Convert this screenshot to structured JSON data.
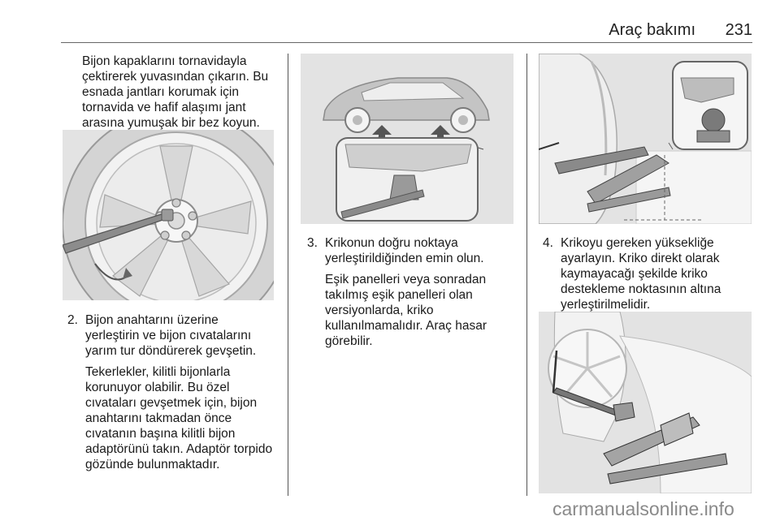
{
  "header": {
    "title": "Araç bakımı",
    "page_number": "231"
  },
  "col1": {
    "intro": [
      "Bijon kapaklarını tornavidayla",
      "çektirerek yuvasından çıkarın. Bu",
      "esnada jantları korumak için",
      "tornavida ve hafif alaşımı jant",
      "arasına yumuşak bir bez koyun."
    ],
    "step2": {
      "number": "2.",
      "main": [
        "Bijon anahtarını üzerine",
        "yerleştirin ve bijon cıvatalarını",
        "yarım tur döndürerek gevşetin."
      ],
      "note": [
        "Tekerlekler, kilitli bijonlarla",
        "korunuyor olabilir. Bu özel",
        "cıvataları gevşetmek için, bijon",
        "anahtarını takmadan önce",
        "cıvatanın başına kilitli bijon",
        "adaptörünü takın. Adaptör torpido",
        "gözünde bulunmaktadır."
      ]
    }
  },
  "col2": {
    "step3": {
      "number": "3.",
      "main": [
        "Krikonun doğru noktaya",
        "yerleştirildiğinden emin olun."
      ],
      "note": [
        "Eşik panelleri veya sonradan",
        "takılmış eşik panelleri olan",
        "versiyonlarda, kriko",
        "kullanılmamalıdır. Araç hasar",
        "görebilir."
      ]
    }
  },
  "col3": {
    "step4": {
      "number": "4.",
      "main": [
        "Krikoyu gereken yüksekliğe",
        "ayarlayın. Kriko direkt olarak",
        "kaymayacağı şekilde kriko",
        "destekleme noktasının altına",
        "yerleştirilmelidir."
      ]
    }
  },
  "watermark": "carmanualsonline.info"
}
